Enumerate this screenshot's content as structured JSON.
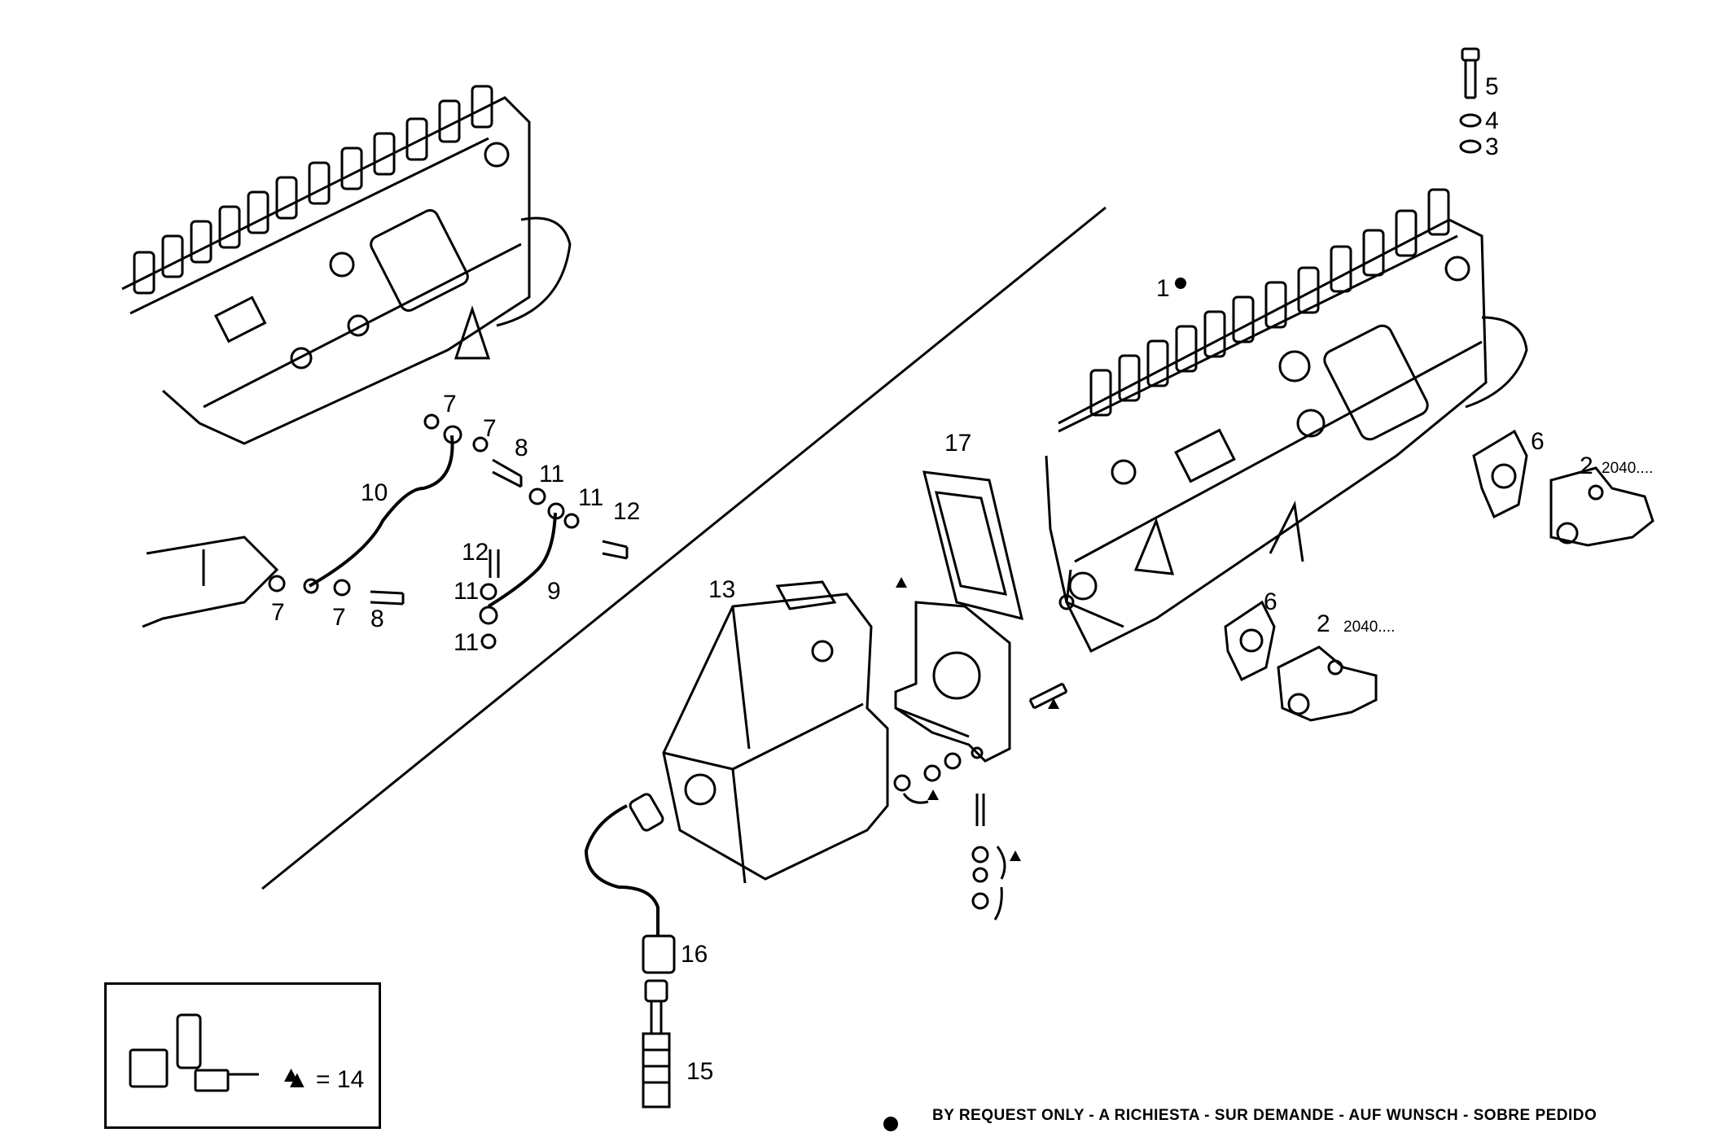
{
  "callouts": {
    "c1": "1",
    "c2a": "2",
    "c2a_sub": "2040....",
    "c2b": "2",
    "c2b_sub": "2040....",
    "c3": "3",
    "c4": "4",
    "c5": "5",
    "c6a": "6",
    "c6b": "6",
    "c7a": "7",
    "c7b": "7",
    "c7c": "7",
    "c7d": "7",
    "c8a": "8",
    "c8b": "8",
    "c9": "9",
    "c10": "10",
    "c11a": "11",
    "c11b": "11",
    "c11c": "11",
    "c11d": "11",
    "c12a": "12",
    "c12b": "12",
    "c13": "13",
    "c15": "15",
    "c16": "16",
    "c17": "17"
  },
  "legend": {
    "text": "▲ = 14"
  },
  "footer": {
    "note": "BY REQUEST ONLY - A RICHIESTA - SUR DEMANDE - AUF WUNSCH - SOBRE PEDIDO"
  }
}
